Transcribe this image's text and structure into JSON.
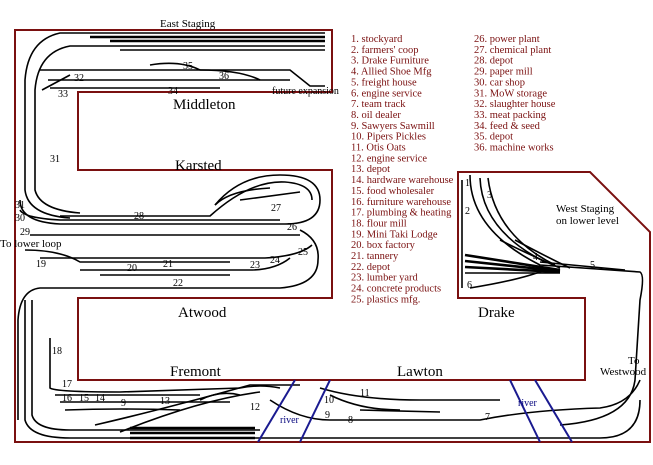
{
  "labels": {
    "east_staging": "East Staging",
    "west_staging": "West Staging\non lower level",
    "future_expansion": "future expansion",
    "to_lower_loop": "To lower loop",
    "to_westwood": "To\nWestwood",
    "river": "river"
  },
  "towns": {
    "middleton": "Middleton",
    "karsted": "Karsted",
    "atwood": "Atwood",
    "drake": "Drake",
    "fremont": "Fremont",
    "lawton": "Lawton"
  },
  "legend_left": [
    "1. stockyard",
    "2. farmers' coop",
    "3. Drake Furniture",
    "4. Allied Shoe Mfg",
    "5. freight house",
    "6. engine service",
    "7. team track",
    "8. oil dealer",
    "9. Sawyers Sawmill",
    "10. Pipers Pickles",
    "11. Otis Oats",
    "12. engine service",
    "13. depot",
    "14. hardware warehouse",
    "15. food wholesaler",
    "16. furniture warehouse",
    "17. plumbing & heating",
    "18. flour mill",
    "19. Mini Taki Lodge",
    "20. box factory",
    "21. tannery",
    "22. depot",
    "23. lumber yard",
    "24. concrete products",
    "25. plastics mfg."
  ],
  "legend_right": [
    "26. power plant",
    "27. chemical plant",
    "28. depot",
    "29. paper mill",
    "30. car shop",
    "31. MoW storage",
    "32. slaughter house",
    "33. meat packing",
    "34. feed & seed",
    "35. depot",
    "36. machine works"
  ],
  "spot_numbers": {
    "n1": "1",
    "n2": "2",
    "n3": "3",
    "n4": "4",
    "n5": "5",
    "n6": "6",
    "n7": "7",
    "n8": "8",
    "n9": "9",
    "n9b": "9",
    "n10": "10",
    "n11": "11",
    "n12": "12",
    "n13": "13",
    "n14": "14",
    "n15": "15",
    "n16": "16",
    "n17": "17",
    "n18": "18",
    "n19": "19",
    "n20": "20",
    "n21": "21",
    "n22": "22",
    "n23": "23",
    "n24": "24",
    "n25": "25",
    "n26": "26",
    "n27": "27",
    "n28": "28",
    "n29": "29",
    "n30": "30",
    "n31": "31",
    "n31b": "31",
    "n32": "32",
    "n33": "33",
    "n34": "34",
    "n35": "35",
    "n36": "36"
  }
}
